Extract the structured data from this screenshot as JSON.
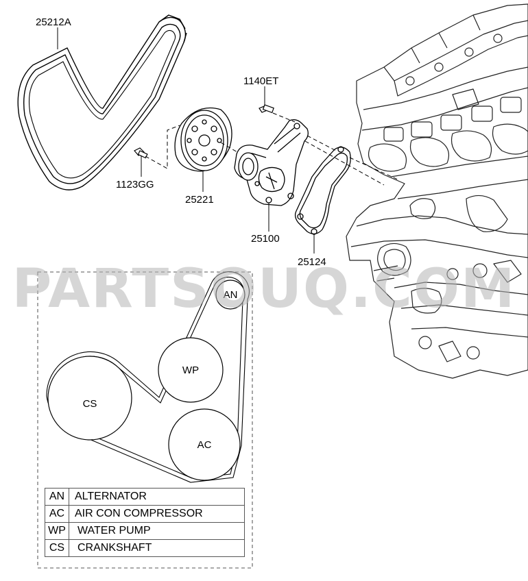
{
  "watermark": "PARTSOUQ.COM",
  "callouts": {
    "belt": "25212A",
    "bolt_upper": "1140ET",
    "bolt_lower": "1123GG",
    "pulley": "25221",
    "water_pump": "25100",
    "gasket": "25124"
  },
  "belt_layout": {
    "pulleys": {
      "an": "AN",
      "wp": "WP",
      "cs": "CS",
      "ac": "AC"
    },
    "legend": [
      {
        "code": "AN",
        "description": "ALTERNATOR"
      },
      {
        "code": "AC",
        "description": "AIR CON COMPRESSOR"
      },
      {
        "code": "WP",
        "description": "WATER PUMP"
      },
      {
        "code": "CS",
        "description": "CRANKSHAFT"
      }
    ]
  }
}
